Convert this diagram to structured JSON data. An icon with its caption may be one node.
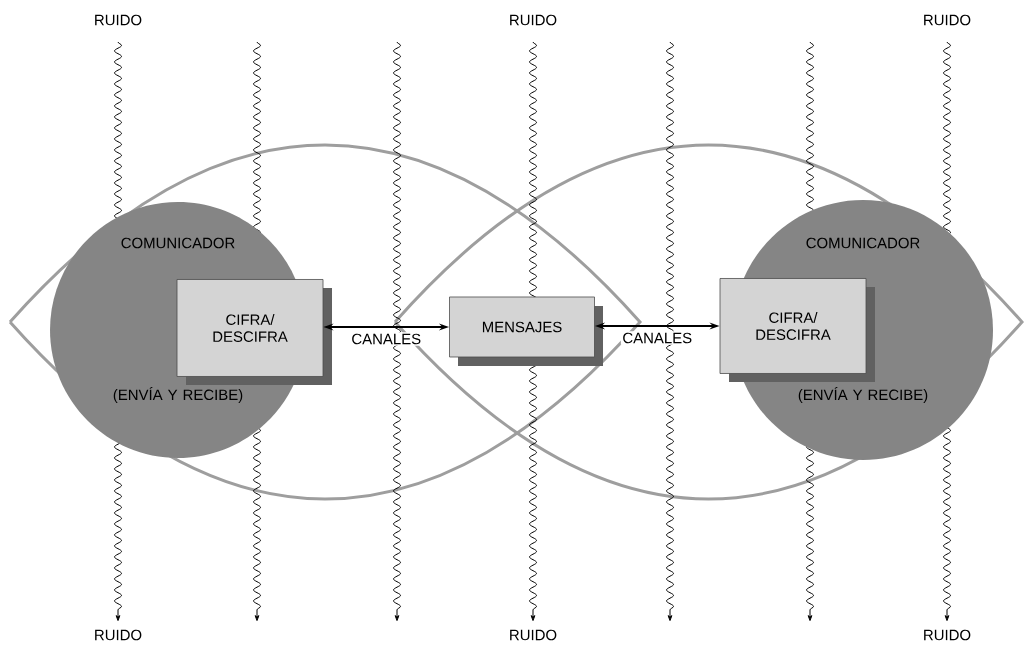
{
  "diagram": {
    "nodes": [
      {
        "text": [
          "COMUNICADOR",
          "(ENVÍA Y RECIBE)"
        ]
      },
      {
        "text": [
          "CIFRA/ DESCIFRA"
        ]
      },
      {
        "text": [
          "MENSAJES"
        ]
      },
      {
        "text": [
          "COMUNICADOR",
          "(ENVÍA Y RECIBE)"
        ]
      },
      {
        "text": [
          "CIFRA/ DESCIFRA"
        ]
      }
    ],
    "edges": [
      {
        "from": 1,
        "to": 2,
        "arrow": "both",
        "label": "CANALES"
      },
      {
        "from": 2,
        "to": 4,
        "arrow": "both",
        "label": "CANALES"
      }
    ],
    "labels": [
      "RUIDO",
      "RUIDO",
      "RUIDO",
      "RUIDO",
      "RUIDO",
      "RUIDO"
    ]
  }
}
